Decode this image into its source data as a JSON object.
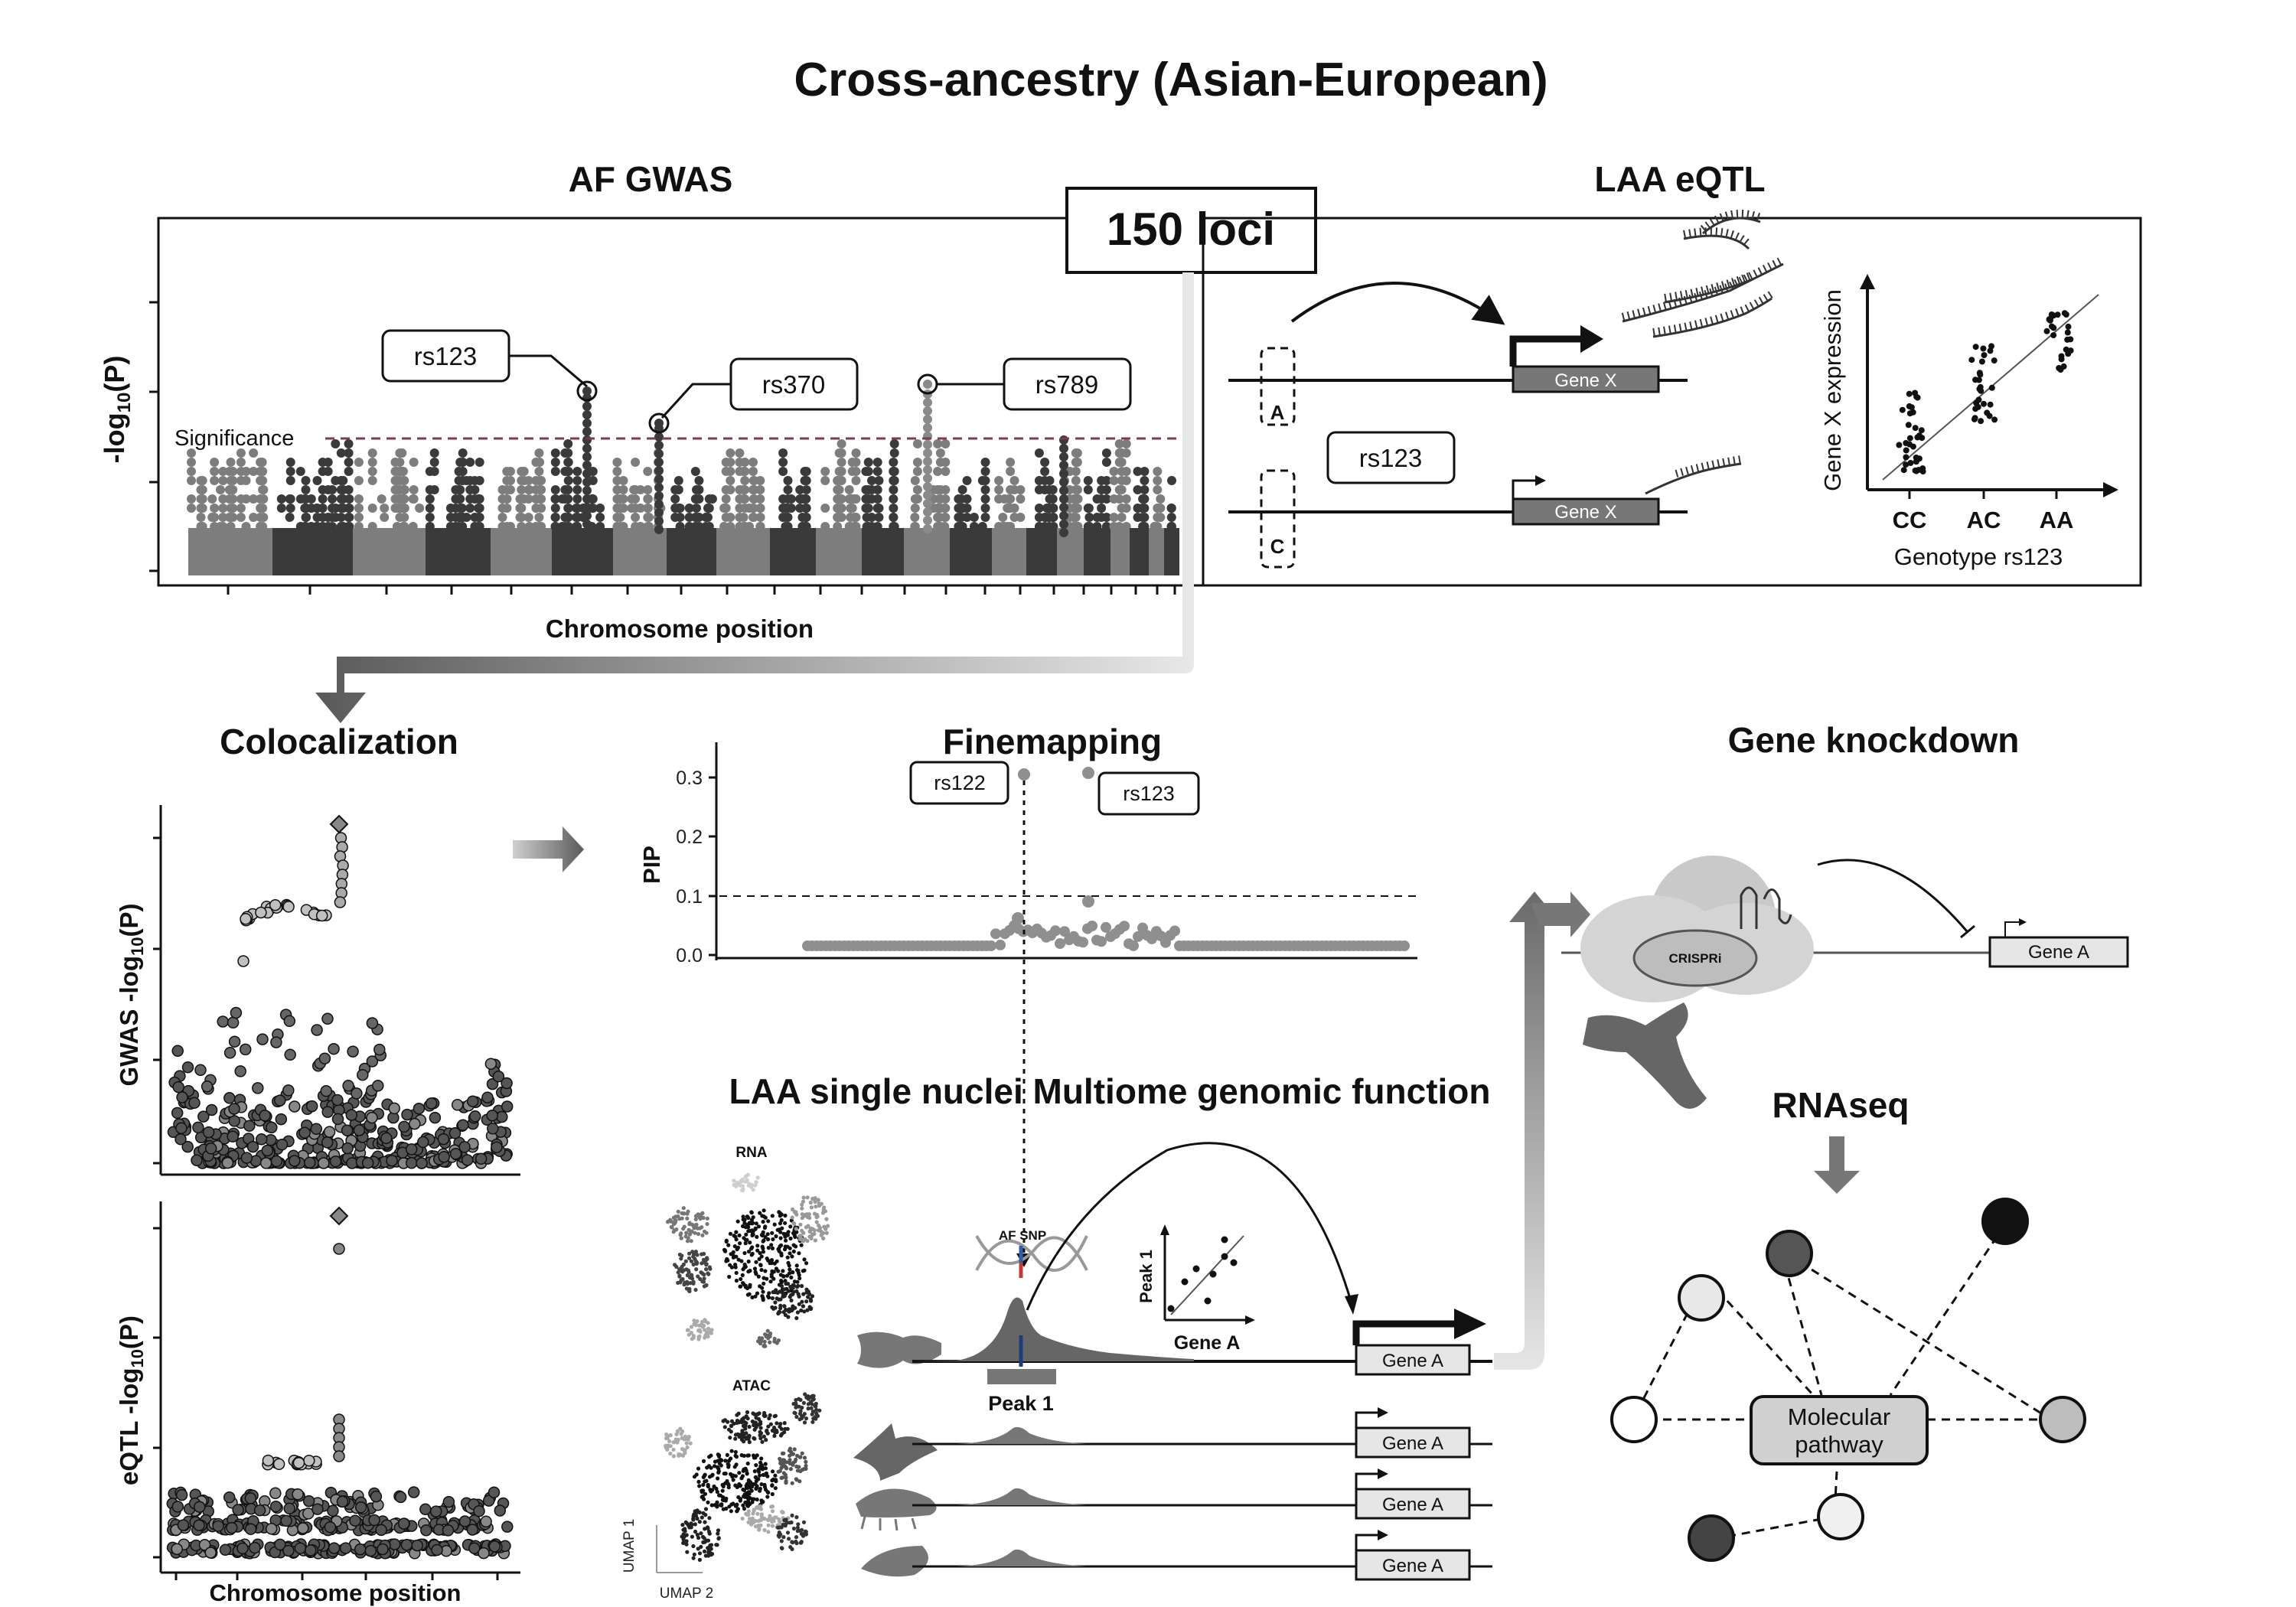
{
  "title": "Cross-ancestry (Asian-European)",
  "loci_label": "150 loci",
  "gwas": {
    "title": "AF GWAS",
    "ylabel_main": "-log",
    "ylabel_sub": "10",
    "ylabel_tail": "(P)",
    "xlabel": "Chromosome position",
    "significance_label": "Significance",
    "snps": [
      "rs123",
      "rs370",
      "rs789"
    ]
  },
  "eqtl": {
    "title": "LAA eQTL",
    "gene_label": "Gene X",
    "snp_label": "rs123",
    "allele_a": "A",
    "allele_c": "C",
    "plot_ylabel": "Gene X expression",
    "plot_xlabel": "Genotype rs123",
    "genotypes": [
      "CC",
      "AC",
      "AA"
    ]
  },
  "coloc": {
    "title": "Colocalization",
    "top_ylabel": "GWAS -log",
    "bottom_ylabel": "eQTL -log",
    "ylabel_sub": "10",
    "ylabel_tail": "(P)",
    "xlabel": "Chromosome position"
  },
  "finemapping": {
    "title": "Finemapping",
    "ylabel": "PIP",
    "yticks": [
      "0.0",
      "0.1",
      "0.2",
      "0.3"
    ],
    "snps": [
      "rs122",
      "rs123"
    ]
  },
  "multiome": {
    "title": "LAA single nuclei Multiome genomic function",
    "rna_label": "RNA",
    "atac_label": "ATAC",
    "umap1": "UMAP 1",
    "umap2": "UMAP 2",
    "af_snp": "AF SNP",
    "peak_label": "Peak 1",
    "inset_ylabel": "Peak 1",
    "inset_xlabel": "Gene A",
    "gene_label": "Gene A"
  },
  "knockdown": {
    "title": "Gene knockdown",
    "crispri": "CRISPRi",
    "gene_label": "Gene A"
  },
  "rnaseq": {
    "title": "RNAseq",
    "pathway_line1": "Molecular",
    "pathway_line2": "pathway"
  },
  "colors": {
    "dark": "#3a3a3a",
    "mid": "#7a7a7a",
    "light": "#cfcfcf",
    "significance": "#7a3b55",
    "box_fill": "#e6e6e6"
  }
}
